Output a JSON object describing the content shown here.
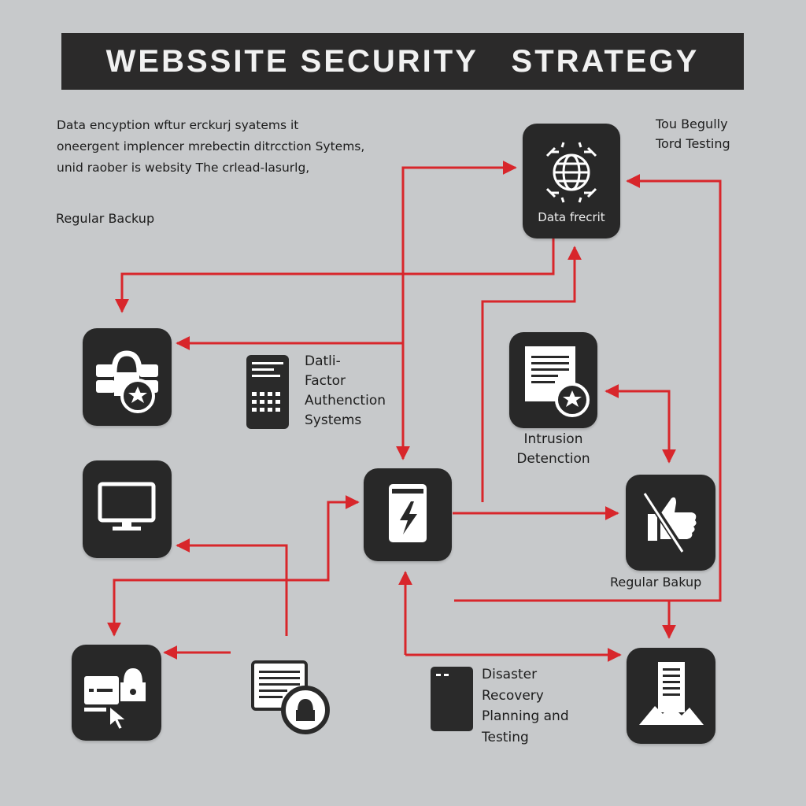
{
  "title": "WEBSSITE SECURITY   STRATEGY",
  "intro_lines": [
    "Data encyption wftur erckurj syatems it",
    "oneergent implencer mrebectin ditrcction Sytems,",
    "unid raober is websity The crlead-lasurlg,"
  ],
  "labels": {
    "regular_backup_top": "Regular Backup",
    "top_right_line1": "Tou Begully",
    "top_right_line2": "Tord Testing",
    "data_tile": "Data frecrit",
    "mfa_line1": "Datli-",
    "mfa_line2": "Factor",
    "mfa_line3": "Authenction",
    "mfa_line4": "Systems",
    "intrusion_line1": "Intrusion",
    "intrusion_line2": "Detenction",
    "regular_backup_right": "Regular Bakup",
    "disaster_line1": "Disaster",
    "disaster_line2": "Recovery",
    "disaster_line3": "Planning and",
    "disaster_line4": "Testing"
  },
  "colors": {
    "background": "#c7c9cb",
    "banner": "#2b2a2a",
    "tile": "#282828",
    "arrow": "#d8262b",
    "icon": "#ffffff"
  },
  "icons": {
    "data_tile": "globe-gear-icon",
    "lock_star": "padlock-star-icon",
    "keypad": "keypad-device-icon",
    "monitor": "monitor-icon",
    "power_device": "lightning-device-icon",
    "document_star": "document-star-icon",
    "thumb_off": "thumb-slash-icon",
    "network_cursor": "network-cursor-icon",
    "document_lock": "document-lock-icon",
    "server": "server-icon",
    "building": "building-mountain-icon"
  }
}
